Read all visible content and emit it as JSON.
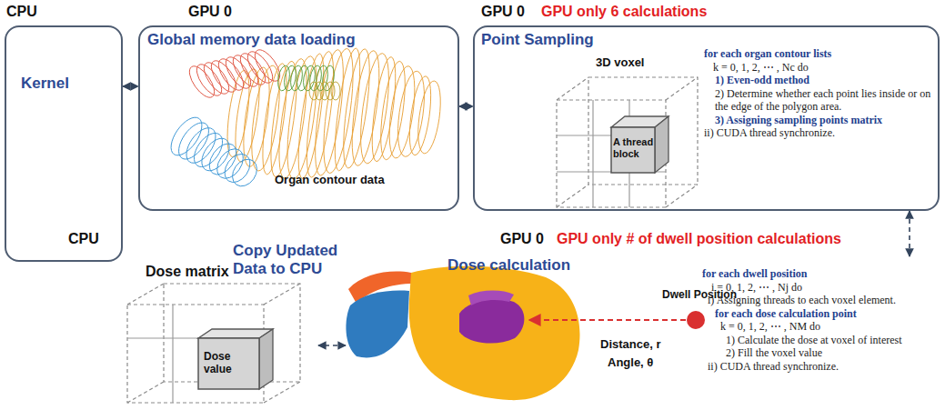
{
  "diagram": {
    "nodes": [
      {
        "text": [
          "CPU",
          "Kernel"
        ]
      },
      {
        "text": [
          "GPU 0",
          "Global memory data loading",
          "Organ contour data"
        ]
      },
      {
        "text": [
          "GPU 0",
          "GPU only 6 calculations",
          "Point Sampling",
          "for each organ contour lists",
          "k = 0, 1, 2, ⋯ , Nc do",
          "1) Even-odd method",
          "2) Determine whether each point lies inside or on the edge of the polygon area.",
          "3) Assigning sampling points matrix",
          "ii) CUDA thread synchronize."
        ]
      },
      {
        "text": [
          "GPU 0",
          "GPU only # of dwell position calculations",
          "Dose calculation",
          "for each dwell position",
          "i = 0, 1, 2, ⋯ , Nj do",
          "i) Assigning threads to each voxel element.",
          "for each dose calculation point",
          "k = 0, 1, 2, ⋯ , NM do",
          "1) Calculate the dose at voxel of interest",
          "2) Fill the voxel value",
          "ii) CUDA thread synchronize."
        ]
      },
      {
        "text": [
          "CPU",
          "Copy Updated Data to CPU",
          "Dose matrix"
        ]
      }
    ],
    "edges": [
      {
        "from": 0,
        "to": 1,
        "arrow": "both"
      },
      {
        "from": 1,
        "to": 2,
        "arrow": "both"
      },
      {
        "from": 2,
        "to": 3,
        "arrow": "both"
      },
      {
        "from": 3,
        "to": 4,
        "arrow": "both"
      }
    ],
    "labels": [
      "3D voxel",
      "A thread block",
      "Dwell Position",
      "Distance, r",
      "Angle, θ",
      "Dose value"
    ]
  }
}
